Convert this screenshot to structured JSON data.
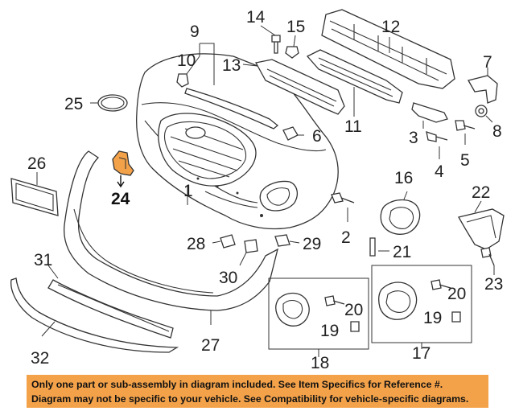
{
  "callouts": [
    {
      "id": "c1",
      "label": "1"
    },
    {
      "id": "c2",
      "label": "2"
    },
    {
      "id": "c3",
      "label": "3"
    },
    {
      "id": "c4",
      "label": "4"
    },
    {
      "id": "c5",
      "label": "5"
    },
    {
      "id": "c6",
      "label": "6"
    },
    {
      "id": "c7",
      "label": "7"
    },
    {
      "id": "c8",
      "label": "8"
    },
    {
      "id": "c9",
      "label": "9"
    },
    {
      "id": "c10",
      "label": "10"
    },
    {
      "id": "c11",
      "label": "11"
    },
    {
      "id": "c12",
      "label": "12"
    },
    {
      "id": "c13",
      "label": "13"
    },
    {
      "id": "c14",
      "label": "14"
    },
    {
      "id": "c15",
      "label": "15"
    },
    {
      "id": "c16",
      "label": "16"
    },
    {
      "id": "c17",
      "label": "17"
    },
    {
      "id": "c18",
      "label": "18"
    },
    {
      "id": "c19a",
      "label": "19"
    },
    {
      "id": "c19b",
      "label": "19"
    },
    {
      "id": "c20a",
      "label": "20"
    },
    {
      "id": "c20b",
      "label": "20"
    },
    {
      "id": "c21",
      "label": "21"
    },
    {
      "id": "c22",
      "label": "22"
    },
    {
      "id": "c23",
      "label": "23"
    },
    {
      "id": "c24",
      "label": "24"
    },
    {
      "id": "c25",
      "label": "25"
    },
    {
      "id": "c26",
      "label": "26"
    },
    {
      "id": "c27",
      "label": "27"
    },
    {
      "id": "c28",
      "label": "28"
    },
    {
      "id": "c29",
      "label": "29"
    },
    {
      "id": "c30",
      "label": "30"
    },
    {
      "id": "c31",
      "label": "31"
    },
    {
      "id": "c32",
      "label": "32"
    }
  ],
  "highlighted_part": "24",
  "disclaimer": {
    "line1": "Only one part or sub-assembly in diagram included. See Item Specifics for Reference #.",
    "line2": "Diagram may not be specific to your vehicle. See Compatibility for vehicle-specific diagrams.",
    "background_color": "#f3a24a"
  }
}
